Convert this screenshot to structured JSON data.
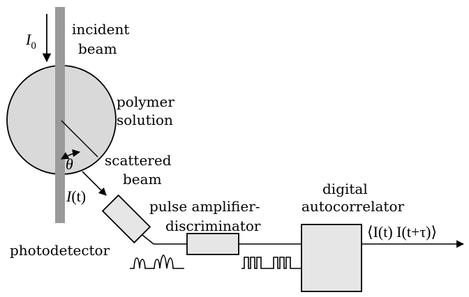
{
  "colors": {
    "beam": "#9a9a9a",
    "cell_fill": "#d9d9d9",
    "box_fill": "#e6e6e6",
    "stroke": "#000000"
  },
  "labels": {
    "i0_symbol": "I",
    "i0_subscript": "0",
    "incident_line1": "incident",
    "incident_line2": "beam",
    "polymer_line1": "polymer",
    "polymer_line2": "solution",
    "theta": "θ",
    "scattered_line1": "scattered",
    "scattered_line2": "beam",
    "it_symbol": "I",
    "it_paren": "(t)",
    "photodetector": "photodetector",
    "pulse_line1": "pulse amplifier-",
    "pulse_line2": "discriminator",
    "autocorr_line1": "digital",
    "autocorr_line2": "autocorrelator",
    "output": "⟨I(t) I(t+τ)⟩"
  },
  "icons": {
    "incident_arrow": "arrow-down-icon",
    "scattered_arrow": "arrow-diagonal-icon",
    "output_arrow": "arrow-right-icon",
    "angle_arc": "double-arrow-arc-icon"
  }
}
